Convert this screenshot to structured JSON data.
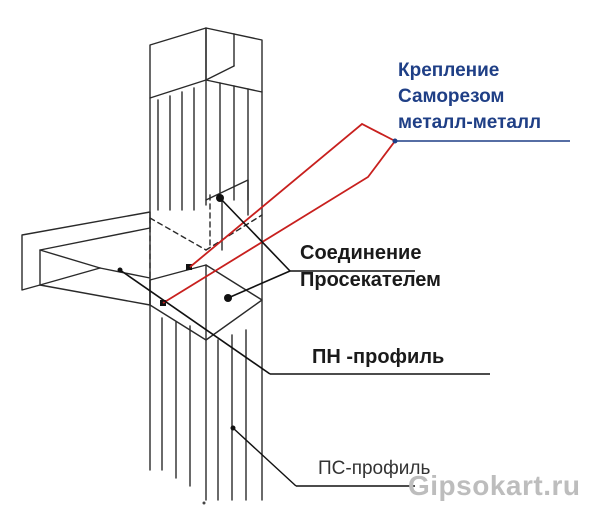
{
  "colors": {
    "line": "#2a2a2a",
    "accent_red": "#c8201e",
    "accent_blue": "#1f3f86",
    "watermark": "#bdbdbd"
  },
  "labels": {
    "fastening": [
      "Крепление",
      "Саморезом",
      "металл-металл"
    ],
    "crimp_joint": [
      "Соединение",
      "Просекателем"
    ],
    "pn_profile": "ПН -профиль",
    "ps_profile": "ПС-профиль"
  },
  "watermark": "Gipsokart.ru"
}
